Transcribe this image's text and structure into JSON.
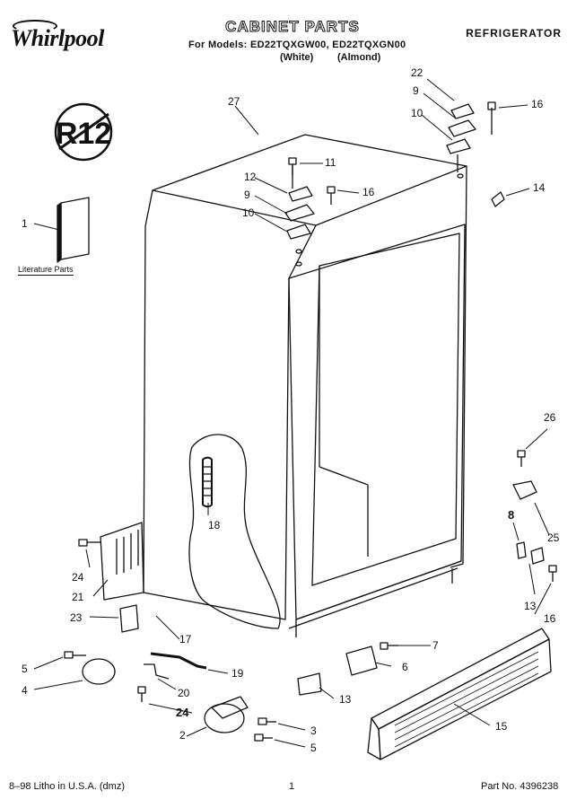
{
  "header": {
    "brand": "Whirlpool",
    "title": "CABINET PARTS",
    "category": "REFRIGERATOR",
    "models": "For Models: ED22TQXGW00, ED22TQXGN00",
    "color1": "(White)",
    "color2": "(Almond)"
  },
  "r12_badge": "R12",
  "literature_label": "Literature Parts",
  "callouts": {
    "n27": "27",
    "n22": "22",
    "n9a": "9",
    "n10a": "10",
    "n16a": "16",
    "n11": "11",
    "n12": "12",
    "n9b": "9",
    "n10b": "10",
    "n16b": "16",
    "n14": "14",
    "n1": "1",
    "n26": "26",
    "n18": "18",
    "n8": "8",
    "n25": "25",
    "n24a": "24",
    "n21": "21",
    "n23": "23",
    "n17": "17",
    "n13a": "13",
    "n16c": "16",
    "n7": "7",
    "n6": "6",
    "n5a": "5",
    "n19": "19",
    "n4": "4",
    "n20": "20",
    "n13b": "13",
    "n15": "15",
    "n24b": "24",
    "n3": "3",
    "n2": "2",
    "n5b": "5"
  },
  "footer": {
    "litho": "8–98 Litho in U.S.A. (dmz)",
    "page": "1",
    "part_no": "Part No. 4396238"
  }
}
